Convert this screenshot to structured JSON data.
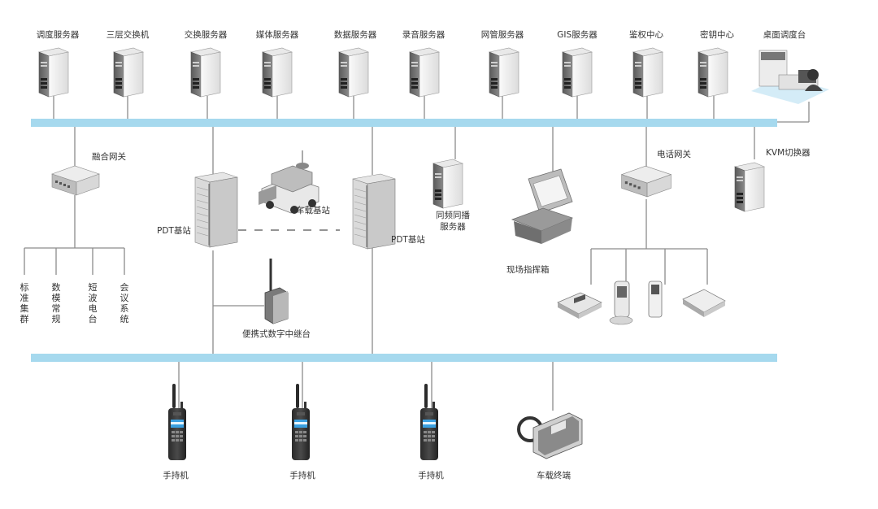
{
  "top_servers": [
    "调度服务器",
    "三层交换机",
    "交换服务器",
    "媒体服务器",
    "数据服务器",
    "录音服务器",
    "网管服务器",
    "GIS服务器",
    "鉴权中心",
    "密钥中心"
  ],
  "desk_console": "桌面调度台",
  "fusion_gateway": "融合网关",
  "gateway_endpoints": [
    "标准集群",
    "数模常规",
    "短波电台",
    "会议系统"
  ],
  "pdt_station_left": "PDT基站",
  "pdt_station_right": "PDT基站",
  "vehicle_station": "车载基站",
  "simulcast_server": "同频同播\n服务器",
  "field_command_box": "现场指挥箱",
  "phone_gateway": "电话网关",
  "kvm_switch": "KVM切换器",
  "portable_repeater": "便携式数字中继台",
  "terminals": [
    "手持机",
    "手持机",
    "手持机",
    "车载终端"
  ],
  "colors": {
    "bus": "#a6d9ee",
    "line": "#8c8c8c",
    "device_light": "#f2f2f2",
    "device_dark": "#6f6f6f",
    "accent": "#d4ecf7"
  },
  "icons": [
    "server-icon",
    "desktop-console-icon",
    "router-icon",
    "rack-icon",
    "vehicle-icon",
    "briefcase-icon",
    "switch-icon",
    "phone-icon",
    "radio-icon",
    "car-radio-icon"
  ]
}
